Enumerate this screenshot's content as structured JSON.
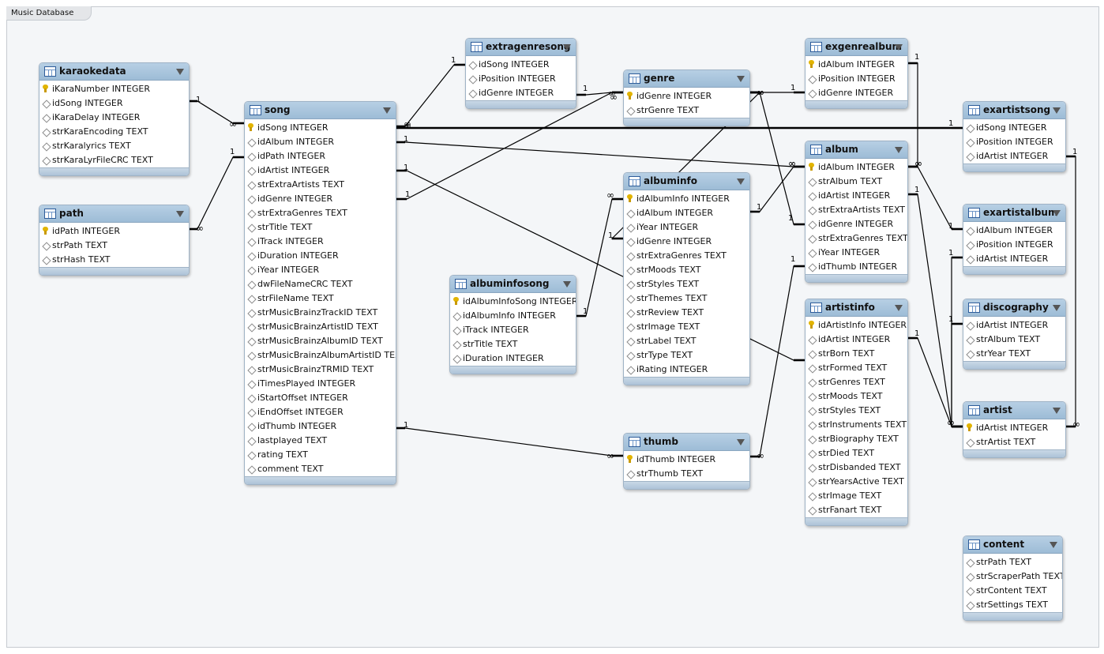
{
  "canvas": {
    "tab_label": "Music Database"
  },
  "tables": [
    {
      "id": "karaokedata",
      "name": "karaokedata",
      "columns": [
        {
          "text": "iKaraNumber INTEGER",
          "pk": true
        },
        {
          "text": "idSong INTEGER",
          "pk": false
        },
        {
          "text": "iKaraDelay INTEGER",
          "pk": false
        },
        {
          "text": "strKaraEncoding TEXT",
          "pk": false
        },
        {
          "text": "strKaralyrics TEXT",
          "pk": false
        },
        {
          "text": "strKaraLyrFileCRC TEXT",
          "pk": false
        }
      ]
    },
    {
      "id": "path",
      "name": "path",
      "columns": [
        {
          "text": "idPath INTEGER",
          "pk": true
        },
        {
          "text": "strPath TEXT",
          "pk": false
        },
        {
          "text": "strHash TEXT",
          "pk": false
        }
      ]
    },
    {
      "id": "song",
      "name": "song",
      "columns": [
        {
          "text": "idSong INTEGER",
          "pk": true
        },
        {
          "text": "idAlbum INTEGER",
          "pk": false
        },
        {
          "text": "idPath INTEGER",
          "pk": false
        },
        {
          "text": "idArtist INTEGER",
          "pk": false
        },
        {
          "text": "strExtraArtists TEXT",
          "pk": false
        },
        {
          "text": "idGenre INTEGER",
          "pk": false
        },
        {
          "text": "strExtraGenres TEXT",
          "pk": false
        },
        {
          "text": "strTitle TEXT",
          "pk": false
        },
        {
          "text": "iTrack INTEGER",
          "pk": false
        },
        {
          "text": "iDuration INTEGER",
          "pk": false
        },
        {
          "text": "iYear INTEGER",
          "pk": false
        },
        {
          "text": "dwFileNameCRC TEXT",
          "pk": false
        },
        {
          "text": "strFileName TEXT",
          "pk": false
        },
        {
          "text": "strMusicBrainzTrackID TEXT",
          "pk": false
        },
        {
          "text": "strMusicBrainzArtistID TEXT",
          "pk": false
        },
        {
          "text": "strMusicBrainzAlbumID TEXT",
          "pk": false
        },
        {
          "text": "strMusicBrainzAlbumArtistID TEXT",
          "pk": false
        },
        {
          "text": "strMusicBrainzTRMID TEXT",
          "pk": false
        },
        {
          "text": "iTimesPlayed INTEGER",
          "pk": false
        },
        {
          "text": "iStartOffset INTEGER",
          "pk": false
        },
        {
          "text": "iEndOffset INTEGER",
          "pk": false
        },
        {
          "text": "idThumb INTEGER",
          "pk": false
        },
        {
          "text": "lastplayed TEXT",
          "pk": false
        },
        {
          "text": "rating TEXT",
          "pk": false
        },
        {
          "text": "comment TEXT",
          "pk": false
        }
      ]
    },
    {
      "id": "extragenresong",
      "name": "extragenresong",
      "columns": [
        {
          "text": "idSong INTEGER",
          "pk": false
        },
        {
          "text": "iPosition INTEGER",
          "pk": false
        },
        {
          "text": "idGenre INTEGER",
          "pk": false
        }
      ]
    },
    {
      "id": "albuminfosong",
      "name": "albuminfosong",
      "columns": [
        {
          "text": "idAlbumInfoSong INTEGER",
          "pk": true
        },
        {
          "text": "idAlbumInfo INTEGER",
          "pk": false
        },
        {
          "text": "iTrack INTEGER",
          "pk": false
        },
        {
          "text": "strTitle TEXT",
          "pk": false
        },
        {
          "text": "iDuration INTEGER",
          "pk": false
        }
      ]
    },
    {
      "id": "genre",
      "name": "genre",
      "columns": [
        {
          "text": "idGenre INTEGER",
          "pk": true
        },
        {
          "text": "strGenre TEXT",
          "pk": false
        }
      ]
    },
    {
      "id": "albuminfo",
      "name": "albuminfo",
      "columns": [
        {
          "text": "idAlbumInfo INTEGER",
          "pk": true
        },
        {
          "text": "idAlbum INTEGER",
          "pk": false
        },
        {
          "text": "iYear INTEGER",
          "pk": false
        },
        {
          "text": "idGenre INTEGER",
          "pk": false
        },
        {
          "text": "strExtraGenres TEXT",
          "pk": false
        },
        {
          "text": "strMoods TEXT",
          "pk": false
        },
        {
          "text": "strStyles TEXT",
          "pk": false
        },
        {
          "text": "strThemes TEXT",
          "pk": false
        },
        {
          "text": "strReview TEXT",
          "pk": false
        },
        {
          "text": "strImage TEXT",
          "pk": false
        },
        {
          "text": "strLabel TEXT",
          "pk": false
        },
        {
          "text": "strType TEXT",
          "pk": false
        },
        {
          "text": "iRating INTEGER",
          "pk": false
        }
      ]
    },
    {
      "id": "thumb",
      "name": "thumb",
      "columns": [
        {
          "text": "idThumb INTEGER",
          "pk": true
        },
        {
          "text": "strThumb TEXT",
          "pk": false
        }
      ]
    },
    {
      "id": "exgenrealbum",
      "name": "exgenrealbum",
      "columns": [
        {
          "text": "idAlbum INTEGER",
          "pk": true
        },
        {
          "text": "iPosition INTEGER",
          "pk": false
        },
        {
          "text": "idGenre INTEGER",
          "pk": false
        }
      ]
    },
    {
      "id": "album",
      "name": "album",
      "columns": [
        {
          "text": "idAlbum INTEGER",
          "pk": true
        },
        {
          "text": "strAlbum TEXT",
          "pk": false
        },
        {
          "text": "idArtist INTEGER",
          "pk": false
        },
        {
          "text": "strExtraArtists TEXT",
          "pk": false
        },
        {
          "text": "idGenre INTEGER",
          "pk": false
        },
        {
          "text": "strExtraGenres TEXT",
          "pk": false
        },
        {
          "text": "iYear INTEGER",
          "pk": false
        },
        {
          "text": "idThumb INTEGER",
          "pk": false
        }
      ]
    },
    {
      "id": "artistinfo",
      "name": "artistinfo",
      "columns": [
        {
          "text": "idArtistInfo INTEGER",
          "pk": true
        },
        {
          "text": "idArtist INTEGER",
          "pk": false
        },
        {
          "text": "strBorn TEXT",
          "pk": false
        },
        {
          "text": "strFormed TEXT",
          "pk": false
        },
        {
          "text": "strGenres TEXT",
          "pk": false
        },
        {
          "text": "strMoods TEXT",
          "pk": false
        },
        {
          "text": "strStyles TEXT",
          "pk": false
        },
        {
          "text": "strInstruments TEXT",
          "pk": false
        },
        {
          "text": "strBiography TEXT",
          "pk": false
        },
        {
          "text": "strDied TEXT",
          "pk": false
        },
        {
          "text": "strDisbanded TEXT",
          "pk": false
        },
        {
          "text": "strYearsActive TEXT",
          "pk": false
        },
        {
          "text": "strImage TEXT",
          "pk": false
        },
        {
          "text": "strFanart TEXT",
          "pk": false
        }
      ]
    },
    {
      "id": "exartistsong",
      "name": "exartistsong",
      "columns": [
        {
          "text": "idSong INTEGER",
          "pk": false
        },
        {
          "text": "iPosition INTEGER",
          "pk": false
        },
        {
          "text": "idArtist INTEGER",
          "pk": false
        }
      ]
    },
    {
      "id": "exartistalbum",
      "name": "exartistalbum",
      "columns": [
        {
          "text": "idAlbum INTEGER",
          "pk": false
        },
        {
          "text": "iPosition INTEGER",
          "pk": false
        },
        {
          "text": "idArtist INTEGER",
          "pk": false
        }
      ]
    },
    {
      "id": "discography",
      "name": "discography",
      "columns": [
        {
          "text": "idArtist INTEGER",
          "pk": false
        },
        {
          "text": "strAlbum TEXT",
          "pk": false
        },
        {
          "text": "strYear TEXT",
          "pk": false
        }
      ]
    },
    {
      "id": "artist",
      "name": "artist",
      "columns": [
        {
          "text": "idArtist INTEGER",
          "pk": true
        },
        {
          "text": "strArtist TEXT",
          "pk": false
        }
      ]
    },
    {
      "id": "content",
      "name": "content",
      "columns": [
        {
          "text": "strPath TEXT",
          "pk": false
        },
        {
          "text": "strScraperPath TEXT",
          "pk": false
        },
        {
          "text": "strContent TEXT",
          "pk": false
        },
        {
          "text": "strSettings TEXT",
          "pk": false
        }
      ]
    }
  ],
  "relationships": [
    {
      "from": "karaokedata",
      "to": "song",
      "from_card": "1",
      "to_card": "∞"
    },
    {
      "from": "path",
      "to": "song",
      "from_card": "∞",
      "to_card": "1"
    },
    {
      "from": "song",
      "to": "extragenresong",
      "from_card": "∞",
      "to_card": "1"
    },
    {
      "from": "extragenresong",
      "to": "genre",
      "from_card": "1",
      "to_card": "∞"
    },
    {
      "from": "song",
      "to": "genre",
      "from_card": "1",
      "to_card": "∞"
    },
    {
      "from": "song",
      "to": "album",
      "from_card": "1",
      "to_card": "∞"
    },
    {
      "from": "song",
      "to": "exartistsong",
      "from_card": "∞",
      "to_card": "1"
    },
    {
      "from": "song",
      "to": "artistinfo",
      "from_card": "1",
      "to_card": ""
    },
    {
      "from": "song",
      "to": "thumb",
      "from_card": "1",
      "to_card": "∞"
    },
    {
      "from": "genre",
      "to": "exgenrealbum",
      "from_card": "∞",
      "to_card": "1"
    },
    {
      "from": "genre",
      "to": "albuminfo",
      "from_card": "∞",
      "to_card": "1"
    },
    {
      "from": "genre",
      "to": "album",
      "from_card": "∞",
      "to_card": "1"
    },
    {
      "from": "albuminfosong",
      "to": "albuminfo",
      "from_card": "1",
      "to_card": "∞"
    },
    {
      "from": "albuminfo",
      "to": "album",
      "from_card": "1",
      "to_card": "∞"
    },
    {
      "from": "exgenrealbum",
      "to": "album",
      "from_card": "1",
      "to_card": "∞"
    },
    {
      "from": "album",
      "to": "exartistalbum",
      "from_card": "∞",
      "to_card": "1"
    },
    {
      "from": "album",
      "to": "artist",
      "from_card": "1",
      "to_card": "∞"
    },
    {
      "from": "thumb",
      "to": "album",
      "from_card": "∞",
      "to_card": "1"
    },
    {
      "from": "artistinfo",
      "to": "artist",
      "from_card": "1",
      "to_card": "∞"
    },
    {
      "from": "exartistsong",
      "to": "artist",
      "from_card": "1",
      "to_card": "∞"
    },
    {
      "from": "exartistalbum",
      "to": "artist",
      "from_card": "1",
      "to_card": "∞"
    },
    {
      "from": "discography",
      "to": "artist",
      "from_card": "1",
      "to_card": "∞"
    }
  ]
}
